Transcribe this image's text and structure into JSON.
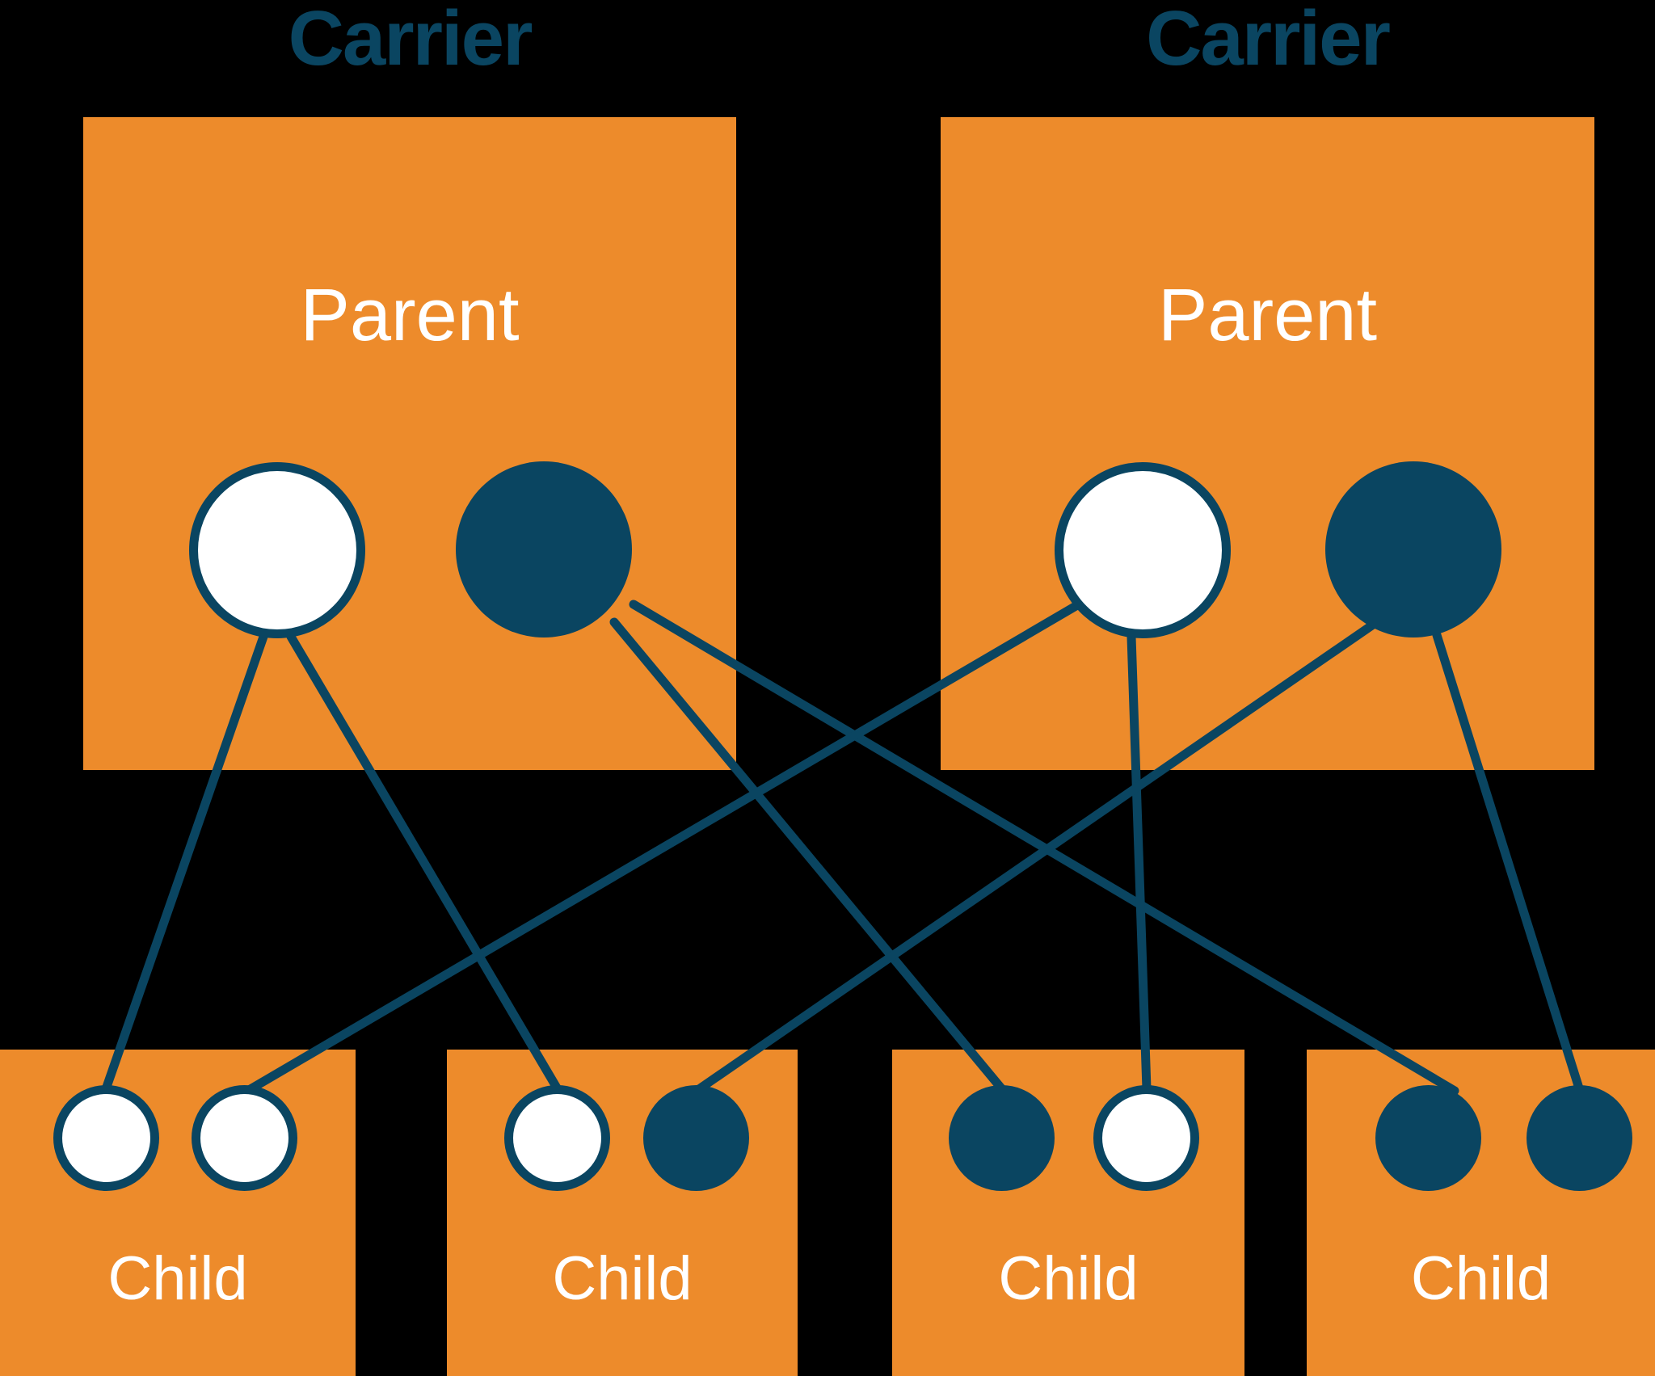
{
  "diagram": {
    "title_color": "#0A4561",
    "box_color": "#ED8B2B",
    "background_color": "#000000",
    "allele_light_color": "#FFFFFF",
    "allele_dark_color": "#0A4561",
    "line_color": "#0A4561"
  },
  "carriers": [
    {
      "label": "Carrier"
    },
    {
      "label": "Carrier"
    }
  ],
  "parents": [
    {
      "label": "Parent",
      "alleles": [
        {
          "type": "dominant"
        },
        {
          "type": "recessive"
        }
      ]
    },
    {
      "label": "Parent",
      "alleles": [
        {
          "type": "dominant"
        },
        {
          "type": "recessive"
        }
      ]
    }
  ],
  "children": [
    {
      "label": "Child",
      "alleles": [
        {
          "type": "dominant"
        },
        {
          "type": "dominant"
        }
      ]
    },
    {
      "label": "Child",
      "alleles": [
        {
          "type": "dominant"
        },
        {
          "type": "recessive"
        }
      ]
    },
    {
      "label": "Child",
      "alleles": [
        {
          "type": "recessive"
        },
        {
          "type": "dominant"
        }
      ]
    },
    {
      "label": "Child",
      "alleles": [
        {
          "type": "recessive"
        },
        {
          "type": "recessive"
        }
      ]
    }
  ],
  "connections": [
    {
      "from": "parent-1-allele-1",
      "to": "child-1-allele-1"
    },
    {
      "from": "parent-1-allele-1",
      "to": "child-2-allele-1"
    },
    {
      "from": "parent-1-allele-2",
      "to": "child-3-allele-1"
    },
    {
      "from": "parent-1-allele-2",
      "to": "child-4-allele-1"
    },
    {
      "from": "parent-2-allele-1",
      "to": "child-1-allele-2"
    },
    {
      "from": "parent-2-allele-1",
      "to": "child-3-allele-2"
    },
    {
      "from": "parent-2-allele-2",
      "to": "child-2-allele-2"
    },
    {
      "from": "parent-2-allele-2",
      "to": "child-4-allele-2"
    }
  ]
}
